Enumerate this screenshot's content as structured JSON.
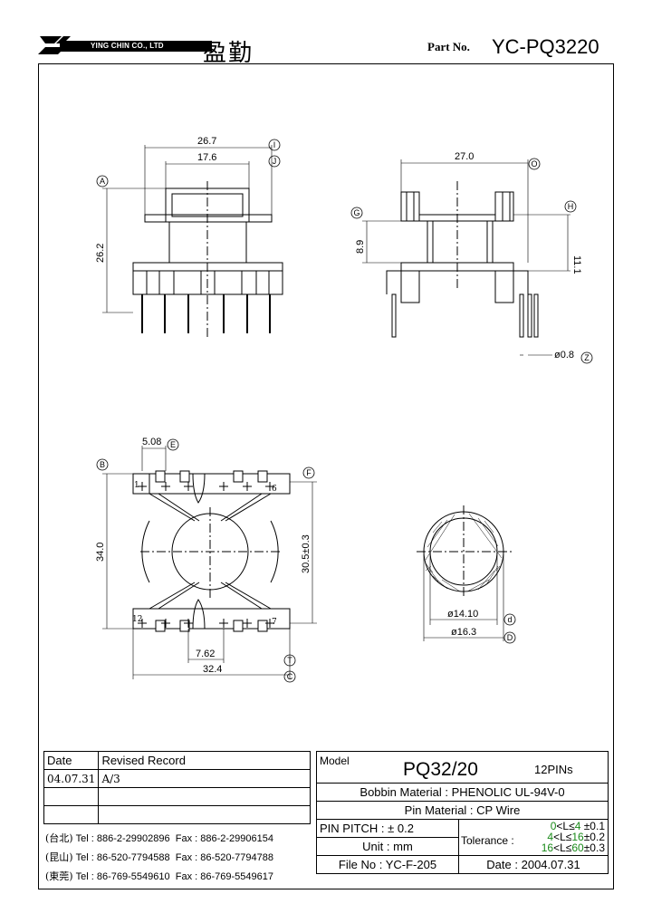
{
  "header": {
    "company_en": "YING CHIN CO., LTD",
    "company_cn": "盈勤",
    "part_no_label": "Part No.",
    "part_no": "YC-PQ3220"
  },
  "dimensions": {
    "front_width": "26.7",
    "front_inner": "17.6",
    "front_height": "26.2",
    "side_width": "27.0",
    "side_h1": "8.9",
    "side_h2": "11.1",
    "pin_dia": "ø0.8",
    "pin_pitch": "5.08",
    "bottom_height": "34.0",
    "bottom_inner": "30.5±0.3",
    "bottom_pin_span": "7.62",
    "bottom_width": "32.4",
    "inner_dia": "ø14.10",
    "outer_dia": "ø16.3"
  },
  "markers": {
    "A": "A",
    "B": "B",
    "C": "C",
    "D": "D",
    "d": "d",
    "E": "E",
    "F": "F",
    "G": "G",
    "H": "H",
    "I": "I",
    "J": "J",
    "O": "O",
    "T": "T",
    "Z": "Z"
  },
  "pin_numbers": {
    "p1": "1",
    "p6": "6",
    "p12": "12",
    "p7": "7"
  },
  "revision": {
    "date_header": "Date",
    "record_header": "Revised  Record",
    "rows": [
      {
        "date": "04.07.31",
        "record": "A/3"
      },
      {
        "date": "",
        "record": ""
      },
      {
        "date": "",
        "record": ""
      }
    ]
  },
  "contacts": [
    {
      "loc": "(台北)",
      "tel": "Tel : 886-2-29902896",
      "fax": "Fax : 886-2-29906154"
    },
    {
      "loc": "(昆山)",
      "tel": "Tel : 86-520-7794588",
      "fax": "Fax : 86-520-7794788"
    },
    {
      "loc": "(東莞)",
      "tel": "Tel : 86-769-5549610",
      "fax": "Fax : 86-769-5549617"
    }
  ],
  "spec": {
    "model_label": "Model",
    "model": "PQ32/20",
    "pins": "12PINs",
    "bobbin_label": "Bobbin  Material :",
    "bobbin": "PHENOLIC UL-94V-0",
    "pin_material_label": "Pin  Material :",
    "pin_material": "CP Wire",
    "pitch_label": "PIN  PITCH :",
    "pitch": "± 0.2",
    "unit_label": "Unit :",
    "unit": "mm",
    "file_label": "File  No :",
    "file": "YC-F-205",
    "tolerance_label": "Tolerance :",
    "tol1_range_a": "0",
    "tol1_range_b": "<L≤",
    "tol1_range_c": "4",
    "tol1_val": "±0.1",
    "tol2_range_a": "4",
    "tol2_range_b": "<L≤",
    "tol2_range_c": "16",
    "tol2_val": "±0.2",
    "tol3_range_a": "16",
    "tol3_range_b": "<L≤",
    "tol3_range_c": "60",
    "tol3_val": "±0.3",
    "date_label": "Date :",
    "date": "2004.07.31"
  }
}
